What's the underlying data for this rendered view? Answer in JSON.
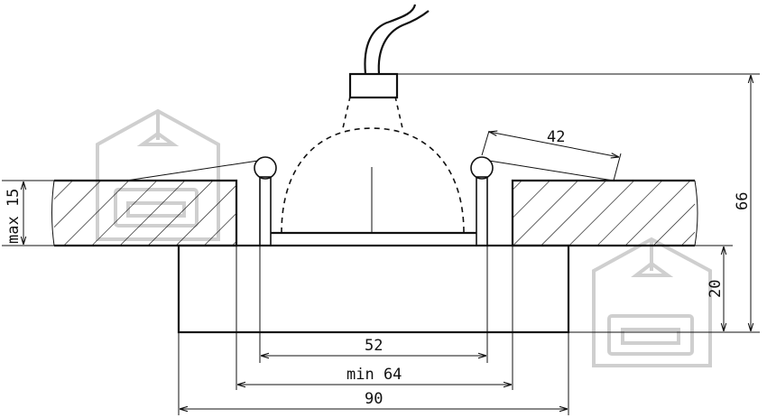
{
  "dimensions": {
    "lamp_depth": "42",
    "total_height": "66",
    "ceiling_thickness": "max 15",
    "flange_height": "20",
    "spring_span": "52",
    "cutout": "min 64",
    "outer_diameter": "90"
  },
  "colors": {
    "line": "#111111",
    "watermark": "#cfcfcf"
  }
}
